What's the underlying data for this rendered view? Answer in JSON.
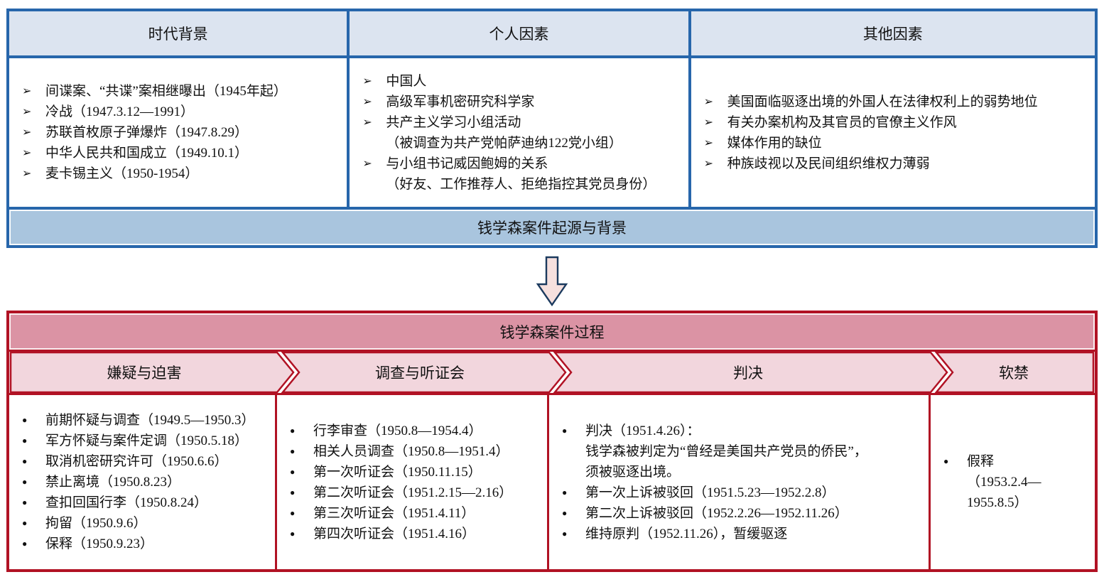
{
  "markers": {
    "arrow": "➢",
    "dot": "●"
  },
  "colors": {
    "blue_border": "#2766ab",
    "blue_header_fill": "#dce4f0",
    "blue_bar_fill": "#a9c5de",
    "red_border": "#b11224",
    "pink_title_fill": "#db93a4",
    "pink_band_fill": "#f2d6dd",
    "arrow_fill": "#f6e0de",
    "arrow_outline": "#1b3a5e",
    "text": "#111111"
  },
  "top_section": {
    "footer": "钱学森案件起源与背景",
    "columns": [
      {
        "header": "时代背景",
        "items": [
          {
            "marker": true,
            "text": "间谍案、“共谍”案相继曝出（1945年起）"
          },
          {
            "marker": true,
            "text": "冷战（1947.3.12—1991）"
          },
          {
            "marker": true,
            "text": "苏联首枚原子弹爆炸（1947.8.29）"
          },
          {
            "marker": true,
            "text": "中华人民共和国成立（1949.10.1）"
          },
          {
            "marker": true,
            "text": "麦卡锡主义（1950-1954）"
          }
        ]
      },
      {
        "header": "个人因素",
        "items": [
          {
            "marker": true,
            "text": "中国人"
          },
          {
            "marker": true,
            "text": "高级军事机密研究科学家"
          },
          {
            "marker": true,
            "text": "共产主义学习小组活动"
          },
          {
            "marker": false,
            "text": "（被调查为共产党帕萨迪纳122党小组）"
          },
          {
            "marker": true,
            "text": "与小组书记威因鲍姆的关系"
          },
          {
            "marker": false,
            "text": "（好友、工作推荐人、拒绝指控其党员身份）"
          }
        ]
      },
      {
        "header": "其他因素",
        "items": [
          {
            "marker": true,
            "text": "美国面临驱逐出境的外国人在法律权利上的弱势地位"
          },
          {
            "marker": true,
            "text": "有关办案机构及其官员的官僚主义作风"
          },
          {
            "marker": true,
            "text": "媒体作用的缺位"
          },
          {
            "marker": true,
            "text": "种族歧视以及民间组织维权力薄弱"
          }
        ]
      }
    ]
  },
  "process_section": {
    "title": "钱学森案件过程",
    "stages": [
      {
        "label": "嫌疑与迫害",
        "items": [
          {
            "marker": true,
            "text": "前期怀疑与调查（1949.5—1950.3）"
          },
          {
            "marker": true,
            "text": "军方怀疑与案件定调（1950.5.18）"
          },
          {
            "marker": true,
            "text": "取消机密研究许可（1950.6.6）"
          },
          {
            "marker": true,
            "text": "禁止离境（1950.8.23）"
          },
          {
            "marker": true,
            "text": "查扣回国行李（1950.8.24）"
          },
          {
            "marker": true,
            "text": "拘留（1950.9.6）"
          },
          {
            "marker": true,
            "text": "保释（1950.9.23）"
          }
        ]
      },
      {
        "label": "调查与听证会",
        "items": [
          {
            "marker": true,
            "text": "行李审查（1950.8—1954.4）"
          },
          {
            "marker": true,
            "text": "相关人员调查（1950.8—1951.4）"
          },
          {
            "marker": true,
            "text": "第一次听证会（1950.11.15）"
          },
          {
            "marker": true,
            "text": "第二次听证会（1951.2.15—2.16）"
          },
          {
            "marker": true,
            "text": "第三次听证会（1951.4.11）"
          },
          {
            "marker": true,
            "text": "第四次听证会（1951.4.16）"
          }
        ]
      },
      {
        "label": "判决",
        "items": [
          {
            "marker": true,
            "text": "判决（1951.4.26）："
          },
          {
            "marker": false,
            "text": "钱学森被判定为“曾经是美国共产党员的侨民”，"
          },
          {
            "marker": false,
            "text": "须被驱逐出境。"
          },
          {
            "marker": true,
            "text": "第一次上诉被驳回（1951.5.23—1952.2.8）"
          },
          {
            "marker": true,
            "text": "第二次上诉被驳回（1952.2.26—1952.11.26）"
          },
          {
            "marker": true,
            "text": "维持原判（1952.11.26），暂缓驱逐"
          }
        ]
      },
      {
        "label": "软禁",
        "items": [
          {
            "marker": true,
            "text": "假释"
          },
          {
            "marker": false,
            "text": "（1953.2.4—1955.8.5）"
          }
        ]
      }
    ]
  }
}
